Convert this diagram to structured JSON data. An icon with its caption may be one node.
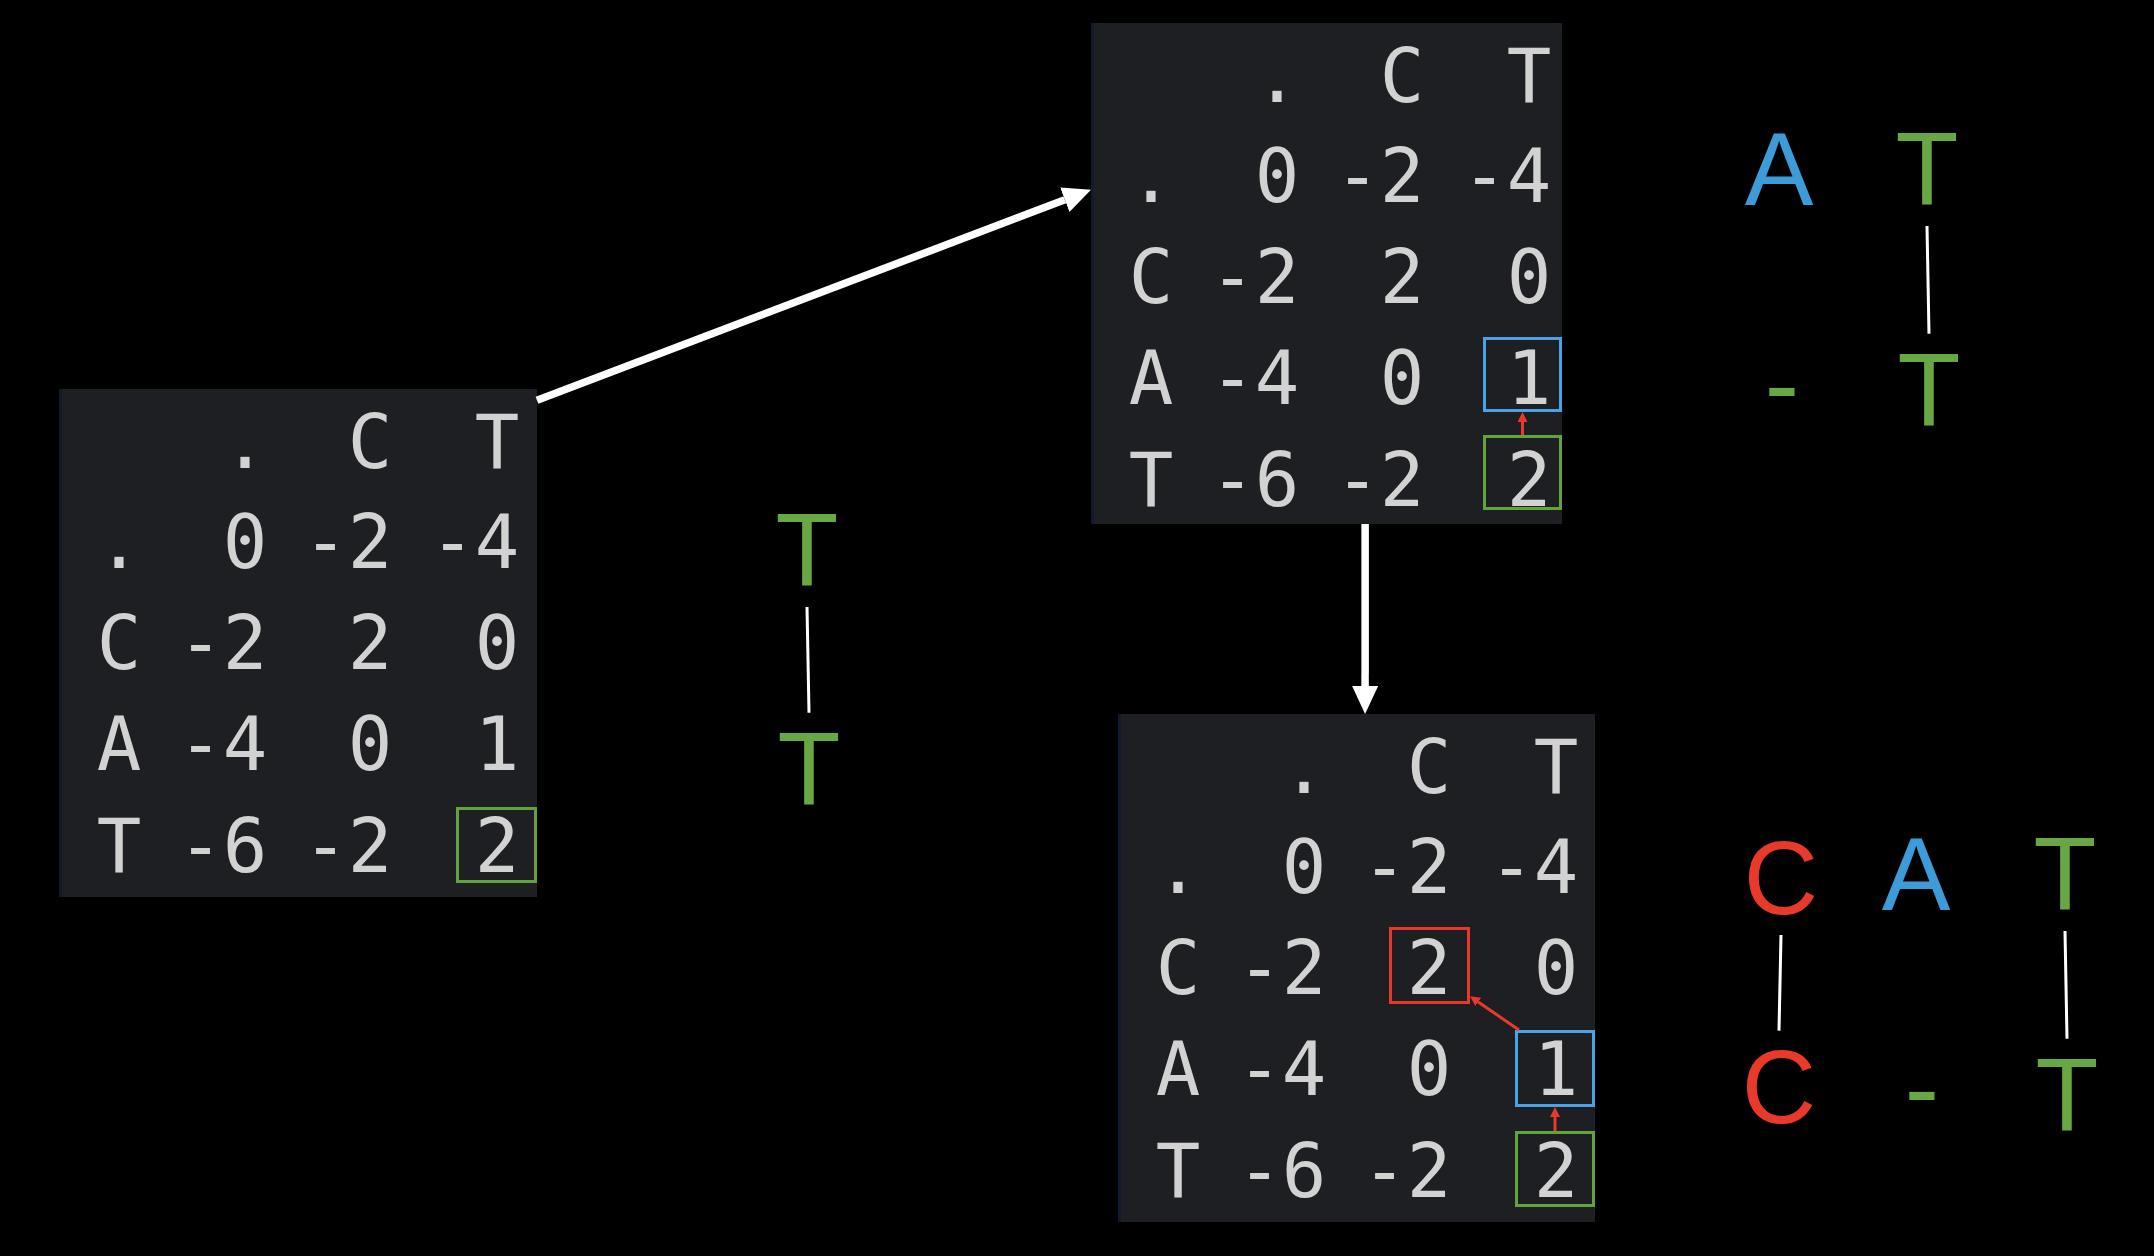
{
  "diagram": {
    "nodes": [
      {
        "text": [
          ".",
          "C",
          "T",
          ".",
          "0",
          "-2",
          "-4",
          "C",
          "-2",
          "2",
          "0",
          "A",
          "-4",
          "0",
          "1",
          "T",
          "-6",
          "-2"
        ]
      },
      {
        "text": [
          "2"
        ],
        "in": 0
      },
      {
        "text": [
          "T"
        ]
      },
      {
        "text": [
          "T"
        ]
      },
      {
        "text": [
          ".",
          "C",
          "T",
          ".",
          "0",
          "-2",
          "-4",
          "C",
          "-2",
          "2",
          "0",
          "A",
          "-4",
          "0",
          "T",
          "-6",
          "-2"
        ]
      },
      {
        "text": [
          "1"
        ],
        "in": 4
      },
      {
        "text": [
          "2"
        ],
        "in": 4
      },
      {
        "text": [
          ".",
          "C",
          "T",
          ".",
          "0",
          "-2",
          "-4",
          "C",
          "-2",
          "0",
          "A",
          "-4",
          "0",
          "T",
          "-6",
          "-2"
        ]
      },
      {
        "text": [
          "2"
        ],
        "in": 7
      },
      {
        "text": [
          "1"
        ],
        "in": 7
      },
      {
        "text": [
          "2"
        ],
        "in": 7
      },
      {
        "text": [
          "T"
        ]
      },
      {
        "text": [
          "T"
        ]
      },
      {
        "text": [
          "C"
        ]
      },
      {
        "text": [
          "T"
        ]
      },
      {
        "text": [
          "C"
        ]
      },
      {
        "text": [
          "T"
        ]
      }
    ],
    "edges": [
      {
        "from": 0,
        "to": 4,
        "arrow": "to",
        "style": "thick"
      },
      {
        "from": 4,
        "to": 7,
        "arrow": "to",
        "style": "thick"
      },
      {
        "from": 6,
        "to": 5,
        "arrow": "to",
        "color": "#e8392a"
      },
      {
        "from": 10,
        "to": 9,
        "arrow": "to",
        "color": "#e8392a"
      },
      {
        "from": 9,
        "to": 8,
        "arrow": "to",
        "color": "#e8392a"
      },
      {
        "from": 2,
        "to": 3,
        "arrow": "none"
      },
      {
        "from": 11,
        "to": 12,
        "arrow": "none"
      },
      {
        "from": 13,
        "to": 15,
        "arrow": "none"
      },
      {
        "from": 14,
        "to": 16,
        "arrow": "none"
      }
    ],
    "labels": [
      "A",
      "-",
      "A",
      "-"
    ]
  }
}
